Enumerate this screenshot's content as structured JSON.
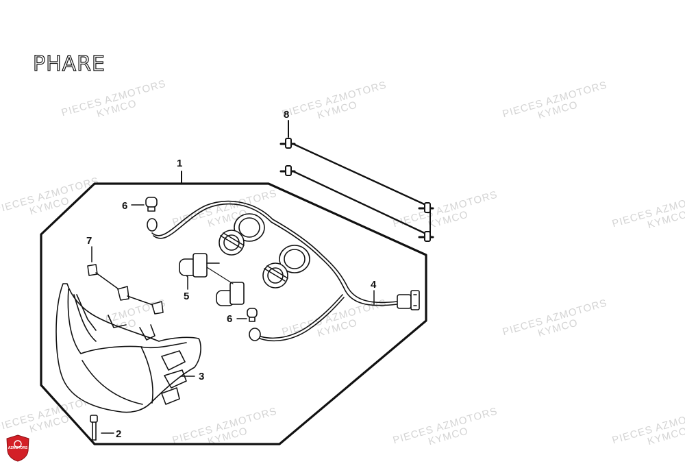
{
  "title": "PHARE",
  "watermark": {
    "line1": "PIECES AZMOTORS",
    "line2": "KYMCO"
  },
  "logo": {
    "text": "AZMOTORS",
    "color": "#d32027"
  },
  "callouts": [
    {
      "id": "1",
      "label": "1"
    },
    {
      "id": "2",
      "label": "2"
    },
    {
      "id": "3",
      "label": "3"
    },
    {
      "id": "4",
      "label": "4"
    },
    {
      "id": "5",
      "label": "5"
    },
    {
      "id": "6a",
      "label": "6"
    },
    {
      "id": "6b",
      "label": "6"
    },
    {
      "id": "7",
      "label": "7"
    },
    {
      "id": "8",
      "label": "8"
    }
  ]
}
